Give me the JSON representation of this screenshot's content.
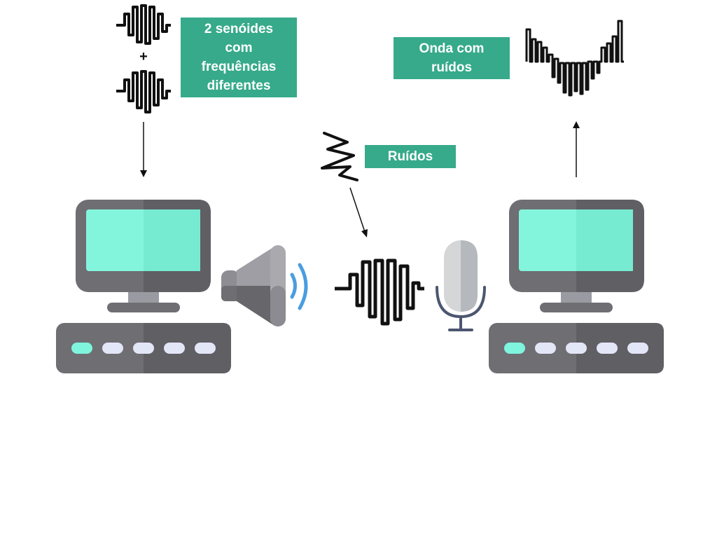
{
  "labels": {
    "sines_line1": "2 senóides",
    "sines_line2": "com",
    "sines_line3": "frequências",
    "sines_line4": "diferentes",
    "noisy_line1": "Onda com",
    "noisy_line2": "ruídos",
    "noise": "Ruídos",
    "plus": "+"
  },
  "colors": {
    "label_bg": "#36aa8a",
    "label_text": "#ffffff",
    "screen": "#7ef5dc",
    "monitor_body": "#6b6b70",
    "keyboard_key": "#e2e6f6",
    "keyboard_led": "#7ef5dc",
    "sound_wave": "#4a9de0",
    "wave_line": "#111111"
  },
  "icons": {
    "sine_wave_top": "sine-wave-icon",
    "sine_wave_bottom": "sine-wave-icon",
    "noise_signal": "noise-zigzag-icon",
    "noisy_wave": "noisy-wave-icon",
    "computer_left": "computer-icon",
    "computer_right": "computer-icon",
    "speaker": "speaker-icon",
    "sound_wave": "sound-wave-icon",
    "microphone": "microphone-icon"
  }
}
